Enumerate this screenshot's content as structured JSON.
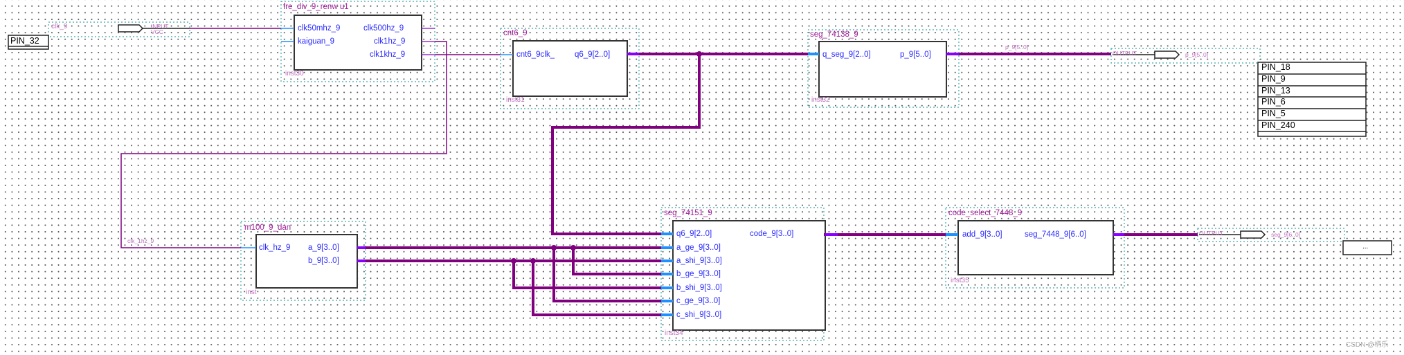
{
  "input_pin": {
    "name": "clk_9",
    "type": "INPUT",
    "default": "VCC",
    "location": "PIN_32"
  },
  "output_pins": [
    {
      "name": "p_9[5..0]",
      "type": "OUTPUT",
      "wire_label": "p_9[5..0]",
      "locations": [
        "PIN_18",
        "PIN_9",
        "PIN_13",
        "PIN_6",
        "PIN_5",
        "PIN_240"
      ]
    },
    {
      "name": "seg_9[6..0]",
      "type": "OUTPUT",
      "location_placeholder": "..."
    }
  ],
  "blocks": {
    "fre_div": {
      "title": "fre_div_9_renw u1",
      "instance": "inst30",
      "inputs": [
        "clk50mhz_9",
        "kaiguan_9"
      ],
      "outputs": [
        "clk500hz_9",
        "clk1hz_9",
        "clk1khz_9"
      ]
    },
    "cnt6": {
      "title": "cnt6_9",
      "instance": "inst31",
      "inputs": [
        "cnt6_9clk_"
      ],
      "outputs": [
        "q6_9[2..0]"
      ]
    },
    "seg_74138": {
      "title": "seg_74138_9",
      "instance": "inst32",
      "inputs": [
        "q_seg_9[2..0]"
      ],
      "outputs": [
        "p_9[5..0]"
      ]
    },
    "m100": {
      "title": "m100_9_dan",
      "instance": "inst",
      "inputs": [
        "clk_hz_9"
      ],
      "outputs": [
        "a_9[3..0]",
        "b_9[3..0]"
      ]
    },
    "seg_74151": {
      "title": "seg_74151_9",
      "instance": "inst34",
      "inputs": [
        "q6_9[2..0]",
        "a_ge_9[3..0]",
        "a_shi_9[3..0]",
        "b_ge_9[3..0]",
        "b_shi_9[3..0]",
        "c_ge_9[3..0]",
        "c_shi_9[3..0]"
      ],
      "outputs": [
        "code_9[3..0]"
      ]
    },
    "code_select": {
      "title": "code_select_7448_9",
      "instance": "inst35",
      "inputs": [
        "add_9[3..0]"
      ],
      "outputs": [
        "seg_7448_9[6..0]"
      ]
    }
  },
  "wire_labels": {
    "clk_1hz": "clk_1hz_9"
  },
  "colors": {
    "wire": "#800080",
    "bus": "#800080",
    "port_stub": "#1e90ff",
    "bus_stub": "#8a00ff",
    "inst_border": "#3aa9a9",
    "block_border": "#333333"
  },
  "watermark": "CSDN @柄乐"
}
